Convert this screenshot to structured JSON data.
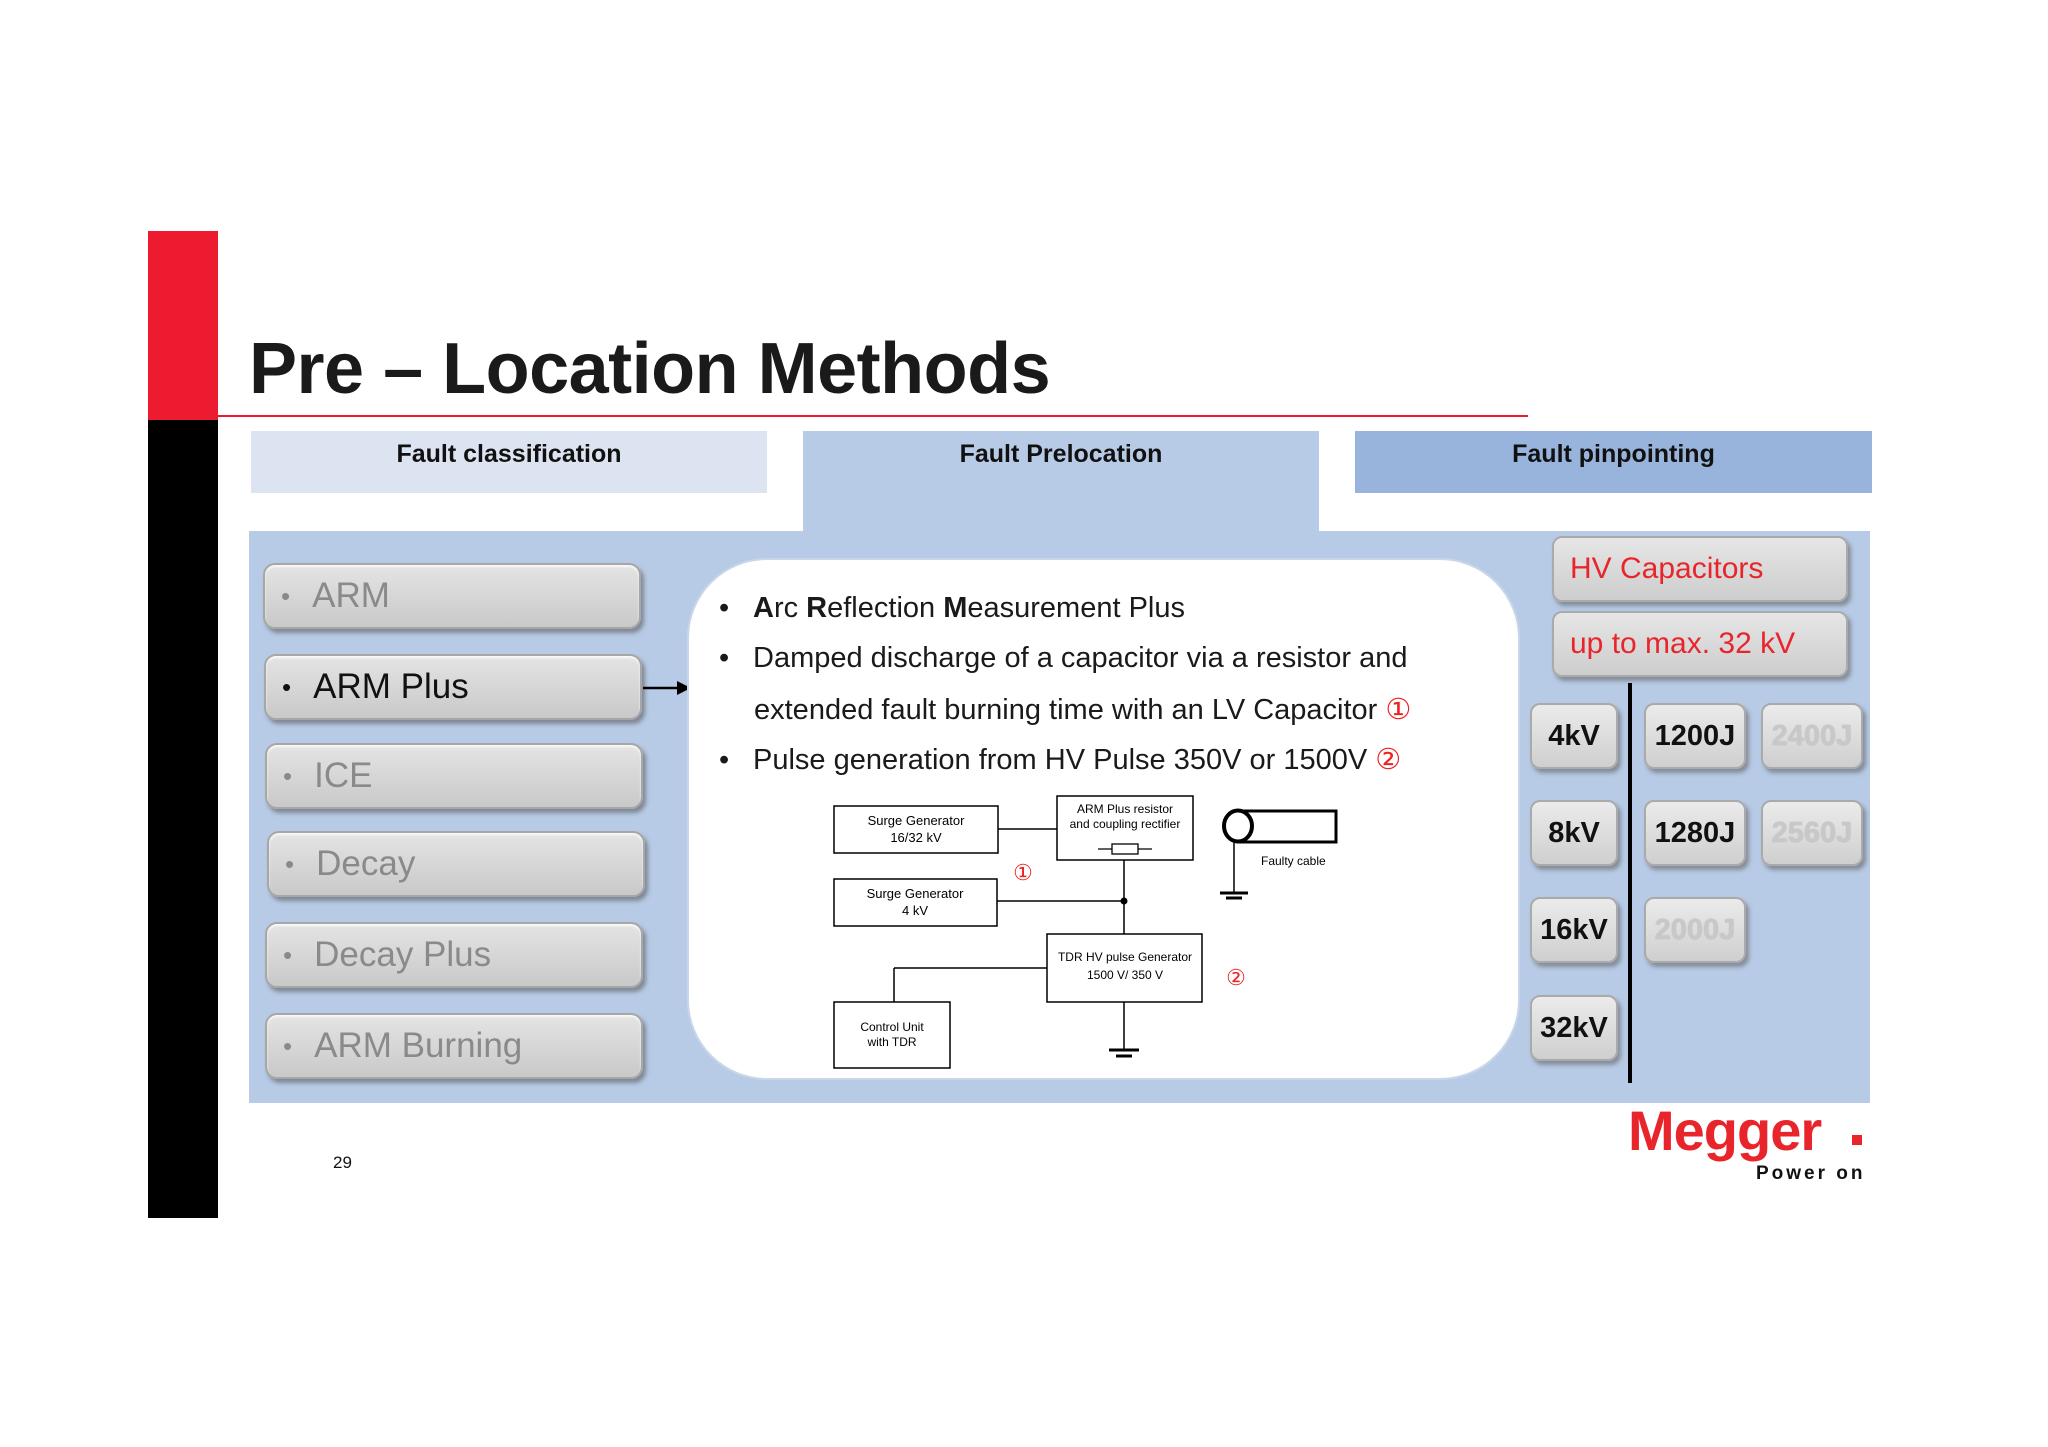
{
  "page": {
    "title": "Pre – Location Methods",
    "page_number": "29"
  },
  "tabs": [
    {
      "label": "Fault classification"
    },
    {
      "label": "Fault Prelocation"
    },
    {
      "label": "Fault pinpointing"
    }
  ],
  "methods": [
    {
      "label": "ARM",
      "active": false
    },
    {
      "label": "ARM Plus",
      "active": true
    },
    {
      "label": "ICE",
      "active": false
    },
    {
      "label": "Decay",
      "active": false
    },
    {
      "label": "Decay Plus",
      "active": false
    },
    {
      "label": "ARM Burning",
      "active": false
    }
  ],
  "content": {
    "bullet1": {
      "p1": "A",
      "p2": "rc ",
      "p3": "R",
      "p4": "eflection ",
      "p5": "M",
      "p6": "easurement Plus"
    },
    "bullet2_line1": "Damped discharge of a capacitor via a resistor and",
    "bullet2_line2": "extended fault burning time with an LV Capacitor",
    "bullet2_mark": "①",
    "bullet3": "Pulse generation from HV Pulse 350V or 1500V",
    "bullet3_mark": "②",
    "bullet_symbol": "•"
  },
  "diagram": {
    "surge32_l1": "Surge Generator",
    "surge32_l2": "16/32 kV",
    "arm_res_l1": "ARM Plus resistor",
    "arm_res_l2": "and coupling rectifier",
    "faulty_cable": "Faulty cable",
    "surge4_l1": "Surge Generator",
    "surge4_l2": "4 kV",
    "tdr_l1": "TDR HV pulse Generator",
    "tdr_l2": "1500 V/ 350 V",
    "control_l1": "Control Unit",
    "control_l2": "with TDR",
    "mark1": "①",
    "mark2": "②"
  },
  "hv": {
    "capacitors": "HV Capacitors",
    "max": "up to max. 32 kV"
  },
  "voltages": [
    {
      "kv": "4kV",
      "j1": "1200J",
      "j2": "2400J"
    },
    {
      "kv": "8kV",
      "j1": "1280J",
      "j2": "2560J"
    },
    {
      "kv": "16kV",
      "j1": "2000J"
    },
    {
      "kv": "32kV"
    }
  ],
  "brand": {
    "logo": "Megger",
    "tagline": "Power on",
    "accent": "#e8252b"
  }
}
